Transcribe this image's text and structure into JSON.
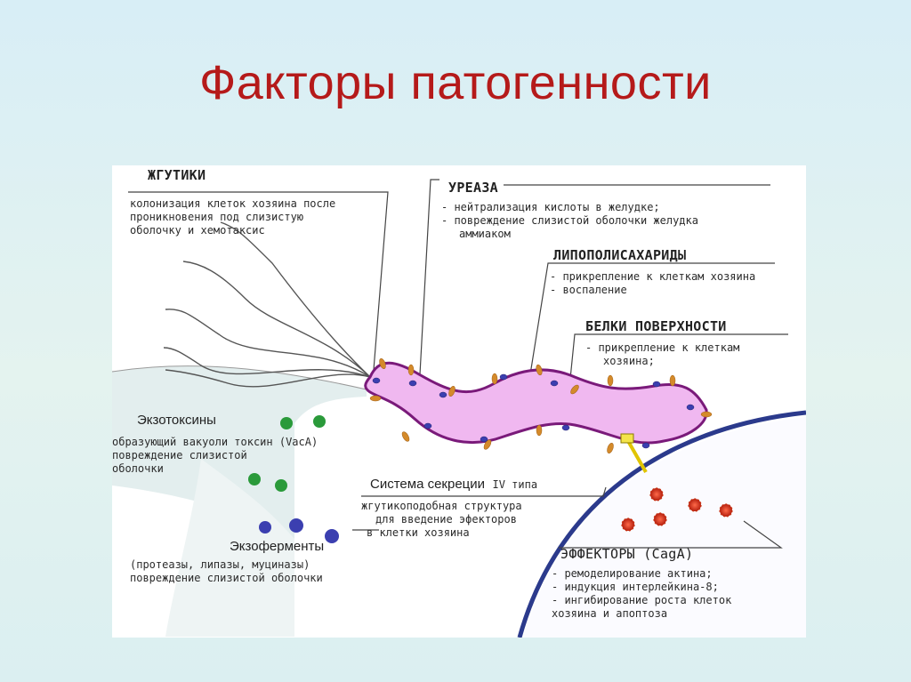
{
  "slide": {
    "title": "Факторы патогенности"
  },
  "diagram": {
    "flagella": {
      "heading": "ЖГУТИКИ",
      "lines": [
        "колонизация клеток хозяина после",
        "проникновения под слизистую",
        "оболочку и хемотаксис"
      ]
    },
    "urease": {
      "heading": "УРЕАЗА",
      "lines": [
        "- нейтрализация кислоты в желудке;",
        "- повреждение слизистой оболочки желудка",
        "аммиаком"
      ]
    },
    "lipopolysaccharides": {
      "heading": "ЛИПОПОЛИСАХАРИДЫ",
      "lines": [
        "- прикрепление к клеткам хозяина",
        "- воспаление"
      ]
    },
    "surface_proteins": {
      "heading": "БЕЛКИ ПОВЕРХНОСТИ",
      "lines": [
        "- прикрепление к клеткам",
        "хозяина;"
      ]
    },
    "exotoxins": {
      "heading": "Экзотоксины",
      "lines": [
        "образующий вакуоли токсин (VacA)",
        "повреждение слизистой",
        "оболочки"
      ]
    },
    "secretion_system": {
      "heading": "Система секреции",
      "heading_suffix": "IV типа",
      "lines": [
        "жгутикоподобная структура",
        "для введение эфекторов",
        "в клетки хозяина"
      ]
    },
    "exoenzymes": {
      "heading": "Экзоферменты",
      "lines": [
        "(протеазы, липазы, муциназы)",
        "повреждение слизистой оболочки"
      ]
    },
    "effectors": {
      "heading": "ЭФФЕКТОРЫ (CagA)",
      "lines": [
        "- ремоделирование актина;",
        "- индукция интерлейкина-8;",
        "- ингибирование роста клеток",
        "хозяина и апоптоза"
      ]
    },
    "colors": {
      "bacterium_fill": "#f0b8f0",
      "bacterium_outline": "#7a1a7a",
      "pili": "#d48a2a",
      "membrane": "#2b3a8c",
      "exotoxin": "#2a9a3a",
      "exoenzyme": "#3b3fb0",
      "effector": "#d8321f",
      "title": "#b51a1a"
    }
  }
}
